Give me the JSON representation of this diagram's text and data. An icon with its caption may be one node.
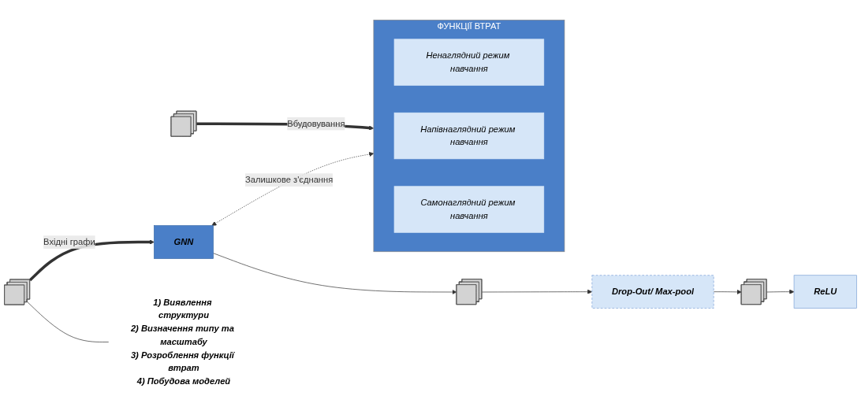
{
  "diagram": {
    "nodes": [
      {
        "text": [
          "GNN"
        ]
      },
      {
        "text": [],
        "shape": "picture"
      },
      {
        "text": [
          "Drop-Out/ Max-pool"
        ]
      },
      {
        "text": [],
        "shape": "picture"
      },
      {
        "text": [
          "ReLU"
        ]
      },
      {
        "text": [],
        "shape": "picture"
      },
      {
        "text": [
          "ФУНКЦІЇ ВТРАТ"
        ]
      },
      {
        "text": [
          "Ненаглядний режим навчання"
        ],
        "in": 6
      },
      {
        "text": [
          "Напівнаглядний режим навчання"
        ],
        "in": 6
      },
      {
        "text": [
          "Самонаглядний режим навчання"
        ],
        "in": 6
      },
      {
        "text": [],
        "shape": "picture"
      },
      {
        "text": [
          "1) Виявлення структури",
          "2) Визначення типу та масштабу",
          "3) Розроблення функції втрат",
          "4) Побудова моделей"
        ]
      }
    ],
    "edges": [
      {
        "from": 0,
        "to": 1,
        "arrow": "to"
      },
      {
        "from": 1,
        "to": 2,
        "arrow": "to"
      },
      {
        "from": 2,
        "to": 3,
        "arrow": "to"
      },
      {
        "from": 3,
        "to": 4,
        "arrow": "to"
      },
      {
        "from": 5,
        "to": 6,
        "arrow": "to",
        "label": "Вбудовування",
        "style": "thick"
      },
      {
        "from": 10,
        "to": 0,
        "arrow": "to",
        "label": "Вхідні графи",
        "style": "thick"
      },
      {
        "from": 10,
        "to": 11,
        "arrow": "none"
      },
      {
        "from": 0,
        "to": 6,
        "arrow": "both",
        "label": "Залишкове з'єднання",
        "style": "dashed"
      }
    ]
  }
}
